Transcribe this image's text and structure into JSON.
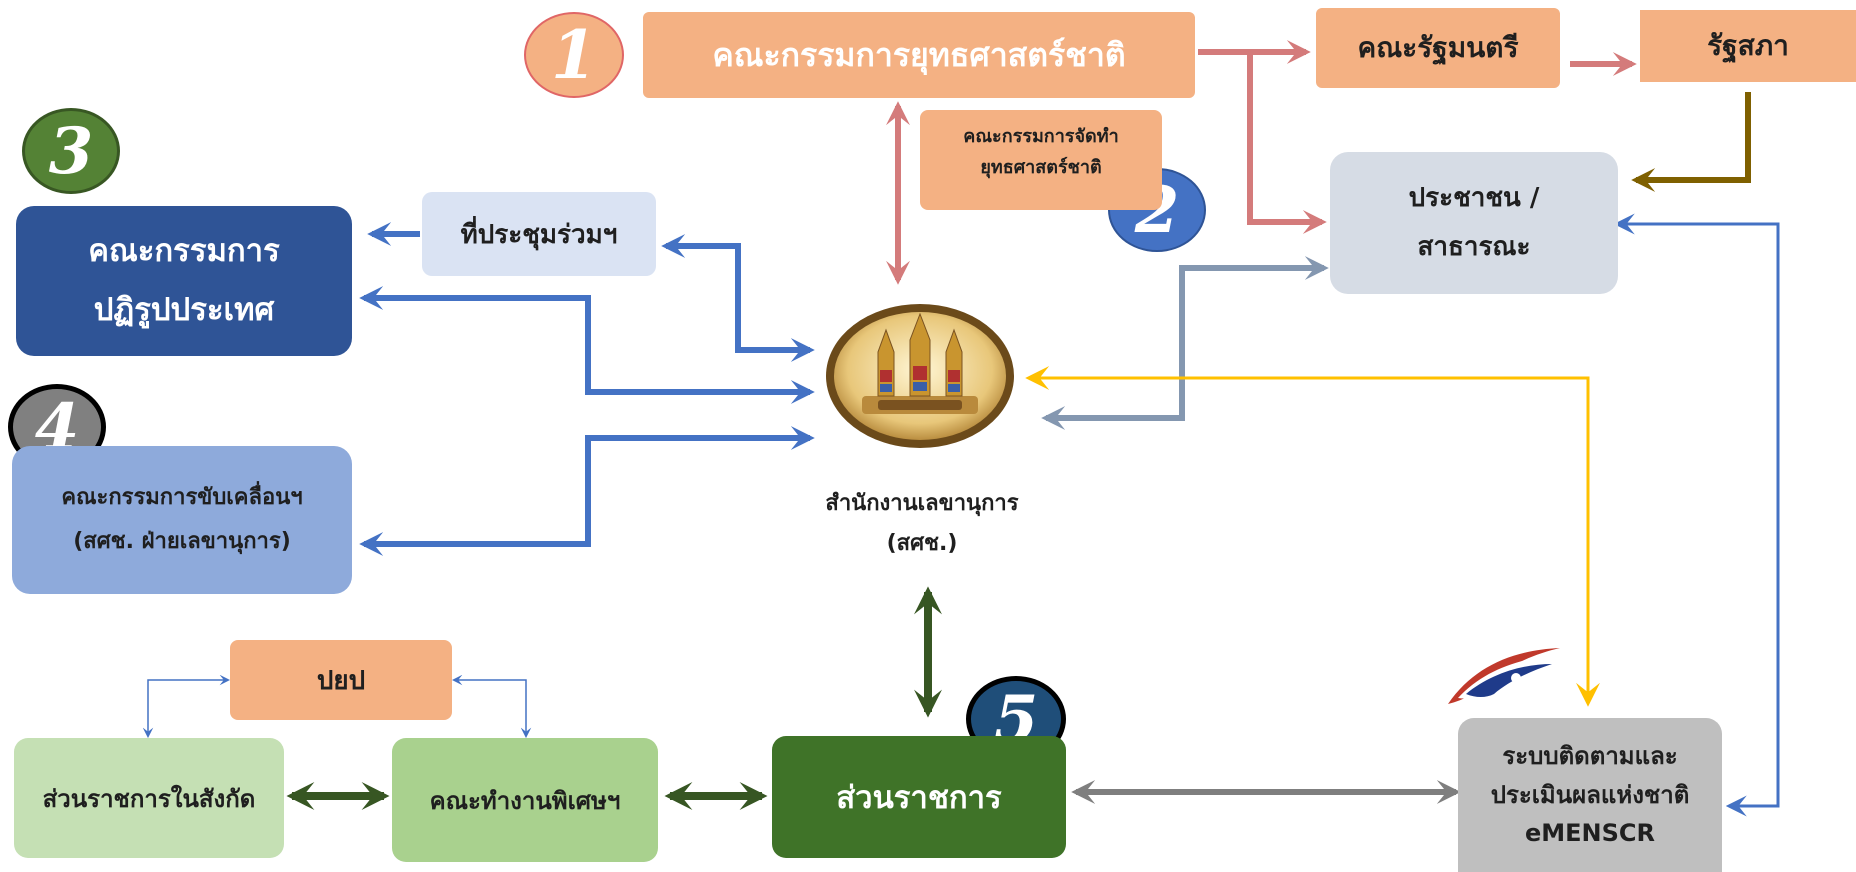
{
  "colors": {
    "salmon": "#f4b183",
    "salmon_arrow": "#d47b7b",
    "navy": "#2f5496",
    "light_blue": "#8eaadb",
    "pale_blue": "#dae3f3",
    "gray_box": "#d6dce5",
    "dark_green": "#3f7328",
    "light_green": "#a9d18e",
    "pale_green": "#c5e0b4",
    "silver": "#bfbfbf",
    "blue_arrow": "#4472c4",
    "gold_arrow": "#ffc000",
    "olive_arrow": "#7f6000",
    "steel_arrow": "#8497b0",
    "gray_arrow": "#7f7f7f"
  },
  "nodes": {
    "strategy_committee": "คณะกรรมการยุทธศาสตร์ชาติ",
    "cabinet": "คณะรัฐมนตรี",
    "parliament": "รัฐสภา",
    "drafting_committee": [
      "คณะกรรมการจัดทำ",
      "ยุทธศาสตร์ชาติ"
    ],
    "public": [
      "ประชาชน /",
      "สาธารณะ"
    ],
    "reform_committee": [
      "คณะกรรมการ",
      "ปฏิรูปประเทศ"
    ],
    "joint_meeting": "ที่ประชุมร่วมฯ",
    "driving_committee": [
      "คณะกรรมการขับเคลื่อนฯ",
      "(สศช. ฝ่ายเลขานุการ)"
    ],
    "secretariat": [
      "สำนักงานเลขานุการ",
      "(สศช.)"
    ],
    "pyp": "ปยป",
    "sub_agencies": "ส่วนราชการในสังกัด",
    "special_team": "คณะทำงานพิเศษฯ",
    "agencies": "ส่วนราชการ",
    "emenscr": [
      "ระบบติดตามและ",
      "ประเมินผลแห่งชาติ",
      "eMENSCR"
    ]
  },
  "numbers": {
    "n1": "1",
    "n2": "2",
    "n3": "3",
    "n4": "4",
    "n5": "5"
  },
  "icons": {
    "emblem": "nesdc-emblem-icon",
    "emenscr_logo": "emenscr-logo-icon"
  }
}
